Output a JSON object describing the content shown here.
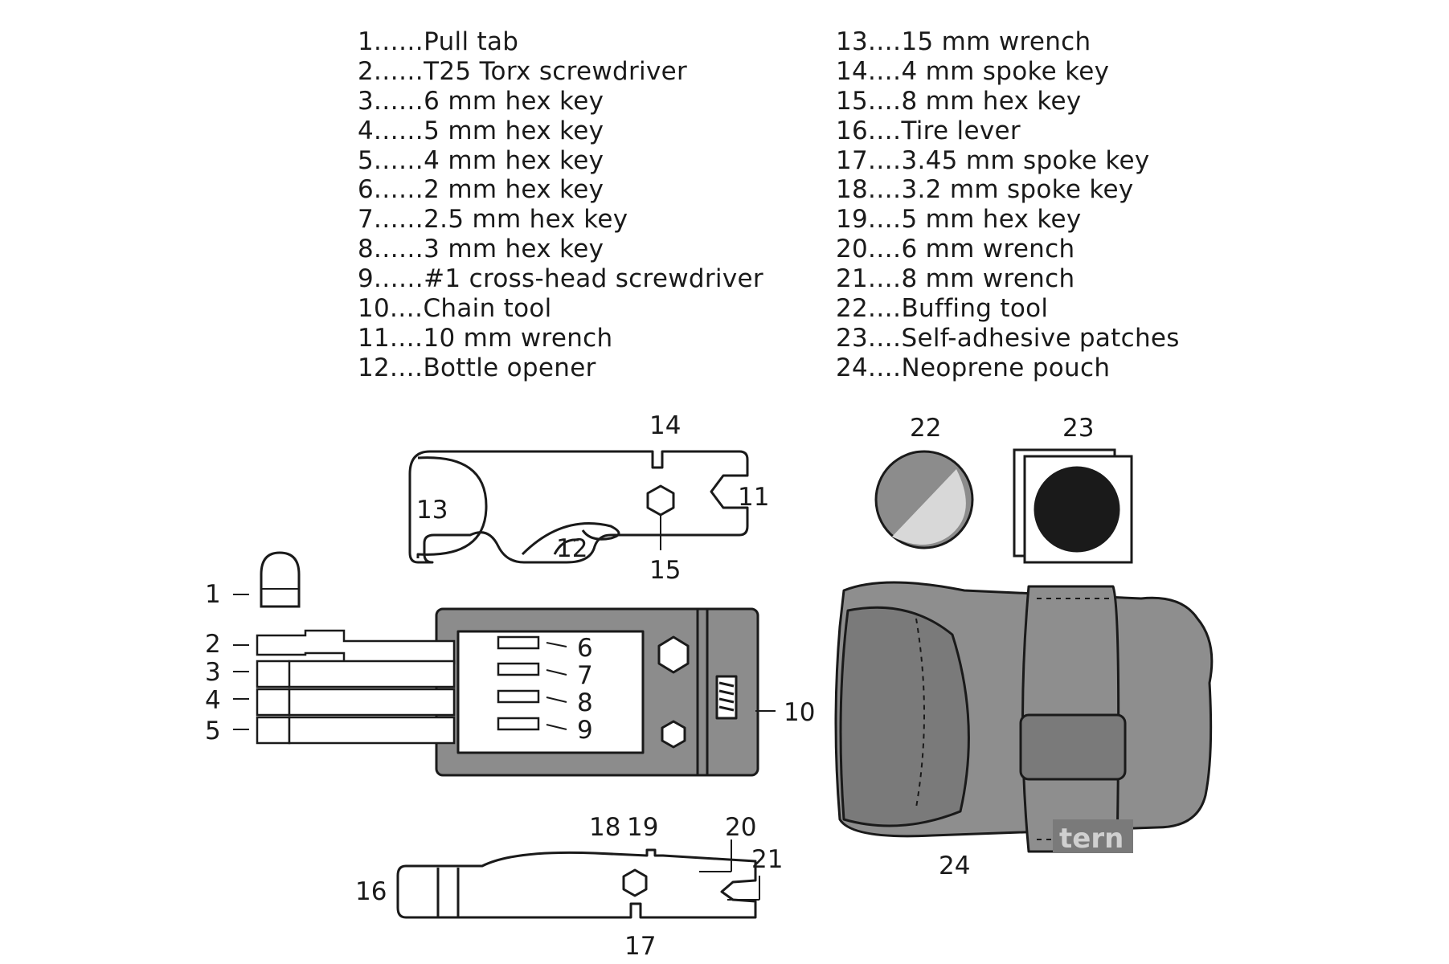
{
  "legend_left": [
    {
      "num": "1",
      "dots": "......",
      "label": "Pull tab"
    },
    {
      "num": "2",
      "dots": "......",
      "label": "T25 Torx screwdriver"
    },
    {
      "num": "3",
      "dots": "......",
      "label": "6 mm hex key"
    },
    {
      "num": "4",
      "dots": "......",
      "label": "5 mm hex key"
    },
    {
      "num": "5",
      "dots": "......",
      "label": "4 mm hex key"
    },
    {
      "num": "6",
      "dots": "......",
      "label": "2 mm hex key"
    },
    {
      "num": "7",
      "dots": "......",
      "label": "2.5 mm hex key"
    },
    {
      "num": "8",
      "dots": "......",
      "label": "3 mm hex key"
    },
    {
      "num": "9",
      "dots": "......",
      "label": "#1 cross-head screwdriver"
    },
    {
      "num": "10",
      "dots": "....",
      "label": "Chain tool"
    },
    {
      "num": "11",
      "dots": "....",
      "label": "10 mm wrench"
    },
    {
      "num": "12",
      "dots": "....",
      "label": "Bottle opener"
    }
  ],
  "legend_right": [
    {
      "num": "13",
      "dots": "....",
      "label": "15 mm wrench"
    },
    {
      "num": "14",
      "dots": "....",
      "label": "4 mm spoke key"
    },
    {
      "num": "15",
      "dots": "....",
      "label": "8 mm hex key"
    },
    {
      "num": "16",
      "dots": "....",
      "label": "Tire lever"
    },
    {
      "num": "17",
      "dots": "....",
      "label": "3.45 mm spoke key"
    },
    {
      "num": "18",
      "dots": "....",
      "label": "3.2 mm spoke key"
    },
    {
      "num": "19",
      "dots": "....",
      "label": "5 mm hex key"
    },
    {
      "num": "20",
      "dots": "....",
      "label": "6 mm wrench"
    },
    {
      "num": "21",
      "dots": "....",
      "label": "8 mm wrench"
    },
    {
      "num": "22",
      "dots": "....",
      "label": "Buffing tool"
    },
    {
      "num": "23",
      "dots": "....",
      "label": "Self-adhesive patches"
    },
    {
      "num": "24",
      "dots": "....",
      "label": "Neoprene pouch"
    }
  ],
  "callouts": {
    "c1": "1",
    "c2": "2",
    "c3": "3",
    "c4": "4",
    "c5": "5",
    "c6": "6",
    "c7": "7",
    "c8": "8",
    "c9": "9",
    "c10": "10",
    "c11": "11",
    "c12": "12",
    "c13": "13",
    "c14": "14",
    "c15": "15",
    "c16": "16",
    "c17": "17",
    "c18": "18",
    "c19": "19",
    "c20": "20",
    "c21": "21",
    "c22": "22",
    "c23": "23",
    "c24": "24"
  },
  "pouch_brand": "tern",
  "colors": {
    "tool_gray": "#8c8c8c",
    "pouch_gray": "#8e8e8e",
    "pouch_dark": "#7a7a7a",
    "outline": "#1a1a1a",
    "patch_black": "#1a1a1a"
  }
}
